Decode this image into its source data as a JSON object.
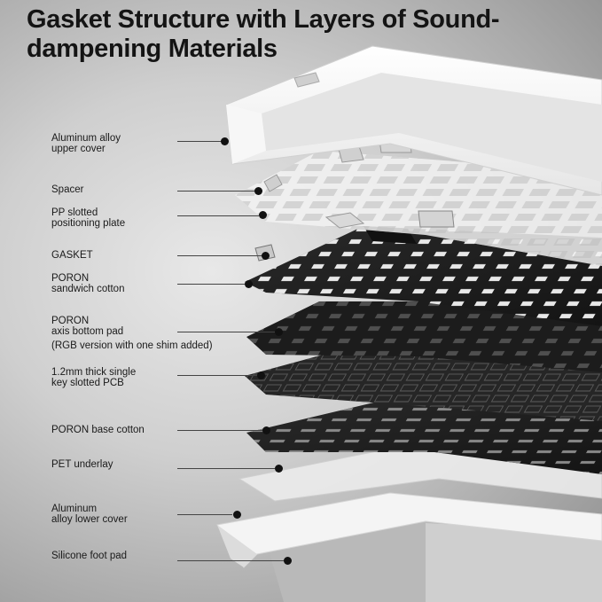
{
  "title": "Gasket Structure with Layers of Sound-dampening Materials",
  "labels": {
    "upper_cover": {
      "line1": "Aluminum alloy",
      "line2": "upper cover"
    },
    "spacer": {
      "line1": "Spacer"
    },
    "pp_plate": {
      "line1": "PP slotted",
      "line2": "positioning plate"
    },
    "gasket": {
      "line1": "GASKET"
    },
    "sandwich_cotton": {
      "line1": "PORON",
      "line2": "sandwich cotton"
    },
    "axis_pad": {
      "line1": "PORON",
      "line2": "axis bottom pad",
      "line3": "(RGB version with one shim added)"
    },
    "pcb": {
      "line1": "1.2mm thick single",
      "line2": "key slotted PCB"
    },
    "base_cotton": {
      "line1": "PORON base cotton"
    },
    "pet_underlay": {
      "line1": "PET underlay"
    },
    "lower_cover": {
      "line1": "Aluminum",
      "line2": "alloy lower cover"
    },
    "foot_pad": {
      "line1": "Silicone foot pad"
    }
  }
}
